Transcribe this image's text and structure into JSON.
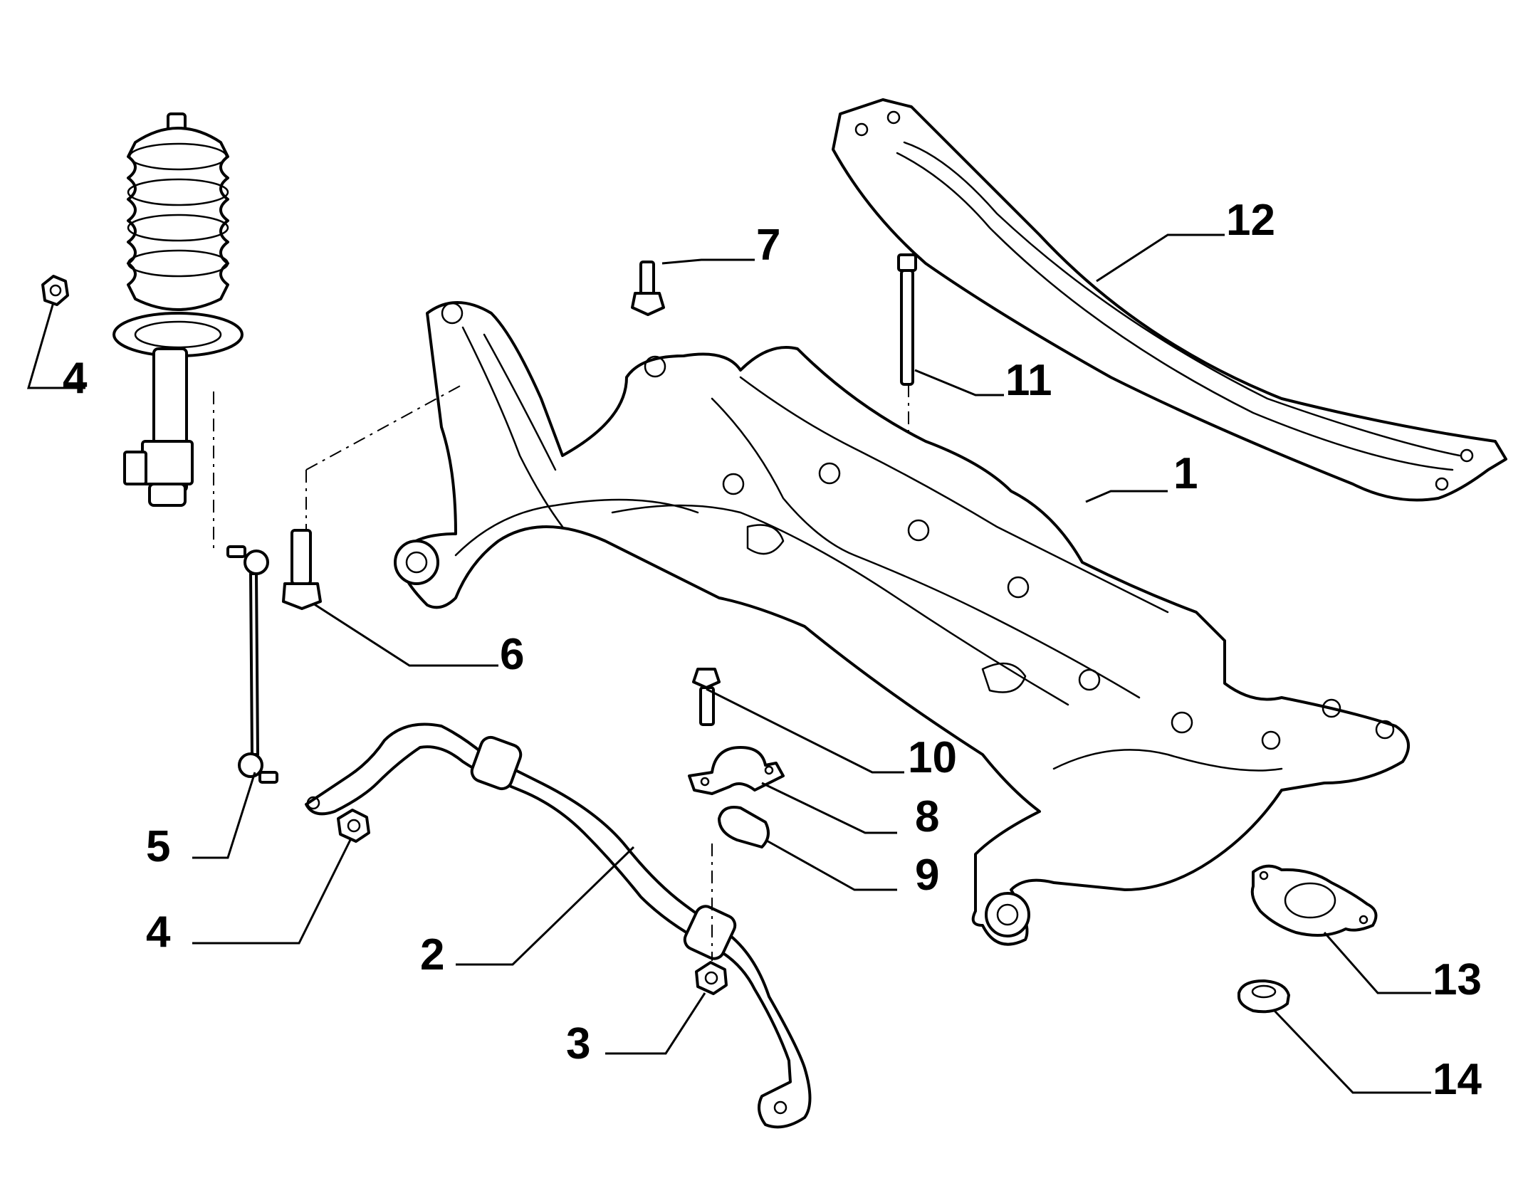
{
  "callouts": [
    {
      "id": "c1",
      "text": "1"
    },
    {
      "id": "c2",
      "text": "2"
    },
    {
      "id": "c3",
      "text": "3"
    },
    {
      "id": "c4a",
      "text": "4"
    },
    {
      "id": "c4b",
      "text": "4"
    },
    {
      "id": "c5",
      "text": "5"
    },
    {
      "id": "c6",
      "text": "6"
    },
    {
      "id": "c7",
      "text": "7"
    },
    {
      "id": "c8",
      "text": "8"
    },
    {
      "id": "c9",
      "text": "9"
    },
    {
      "id": "c10",
      "text": "10"
    },
    {
      "id": "c11",
      "text": "11"
    },
    {
      "id": "c12",
      "text": "12"
    },
    {
      "id": "c13",
      "text": "13"
    },
    {
      "id": "c14",
      "text": "14"
    }
  ],
  "style": {
    "line_color": "#000000",
    "background": "#ffffff"
  }
}
